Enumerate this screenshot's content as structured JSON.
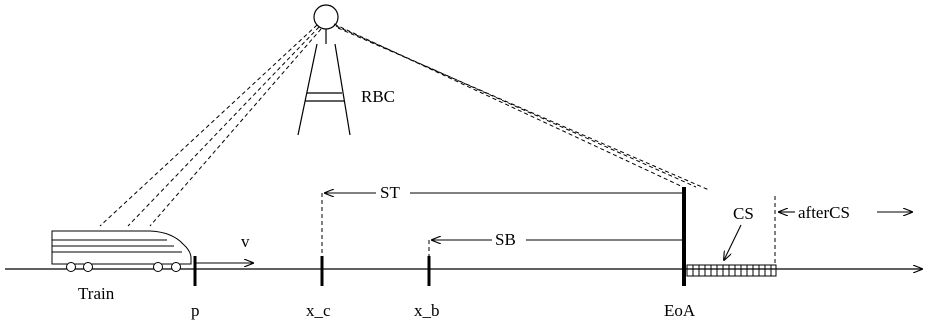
{
  "labels": {
    "rbc": "RBC",
    "st": "ST",
    "sb": "SB",
    "cs": "CS",
    "after_cs": "afterCS",
    "velocity": "v",
    "train": "Train",
    "p": "p",
    "x_c": "x_c",
    "x_b": "x_b",
    "eoa": "EoA"
  },
  "icons": {
    "train": "train-icon",
    "rbc": "radio-tower-icon"
  }
}
